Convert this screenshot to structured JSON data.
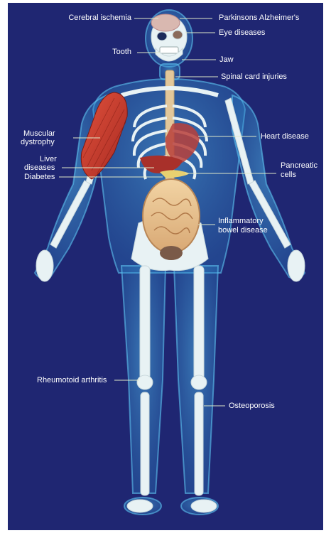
{
  "labels": {
    "cerebral_ischemia": "Cerebral ischemia",
    "parkinsons_alzheimers": "Parkinsons Alzheimer's",
    "eye_diseases": "Eye diseases",
    "tooth": "Tooth",
    "jaw": "Jaw",
    "spinal_cord_injuries": "Spinal card injuries",
    "muscular_dystrophy_1": "Muscular",
    "muscular_dystrophy_2": "dystrophy",
    "heart_disease": "Heart disease",
    "liver_diseases_1": "Liver",
    "liver_diseases_2": "diseases",
    "diabetes": "Diabetes",
    "pancreatic_cells_1": "Pancreatic",
    "pancreatic_cells_2": "cells",
    "inflammatory_bowel_1": "Inflammatory",
    "inflammatory_bowel_2": "bowel disease",
    "rheumatoid_arthritis": "Rheumotoid arthritis",
    "osteoporosis": "Osteoporosis"
  },
  "colors": {
    "background": "#1f2672",
    "body_glow": "#3fa9e0",
    "bone": "#e8f2f4",
    "muscle": "#c8362a",
    "leader_line": "#dfe8c8"
  }
}
